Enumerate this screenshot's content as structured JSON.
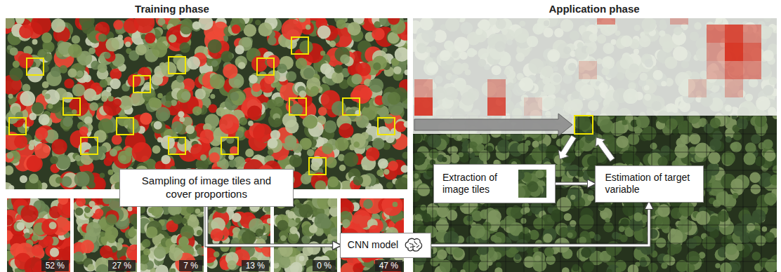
{
  "diagram": {
    "nodes": [
      {
        "text": [
          "Sampling of image tiles and cover proportions"
        ]
      },
      {
        "text": [
          "CNN model"
        ]
      },
      {
        "text": [
          "Extraction of image tiles"
        ]
      },
      {
        "text": [
          "Estimation of target variable"
        ]
      }
    ],
    "edges": [
      {
        "from": 0,
        "to": 1,
        "arrow": "to"
      },
      {
        "from": 1,
        "to": 3,
        "arrow": "to"
      },
      {
        "from": 2,
        "to": 3,
        "arrow": "to"
      }
    ],
    "labels": [
      "Training phase",
      "Application phase",
      "52 %",
      "27 %",
      "7 %",
      "13 %",
      "0 %",
      "47 %"
    ]
  }
}
